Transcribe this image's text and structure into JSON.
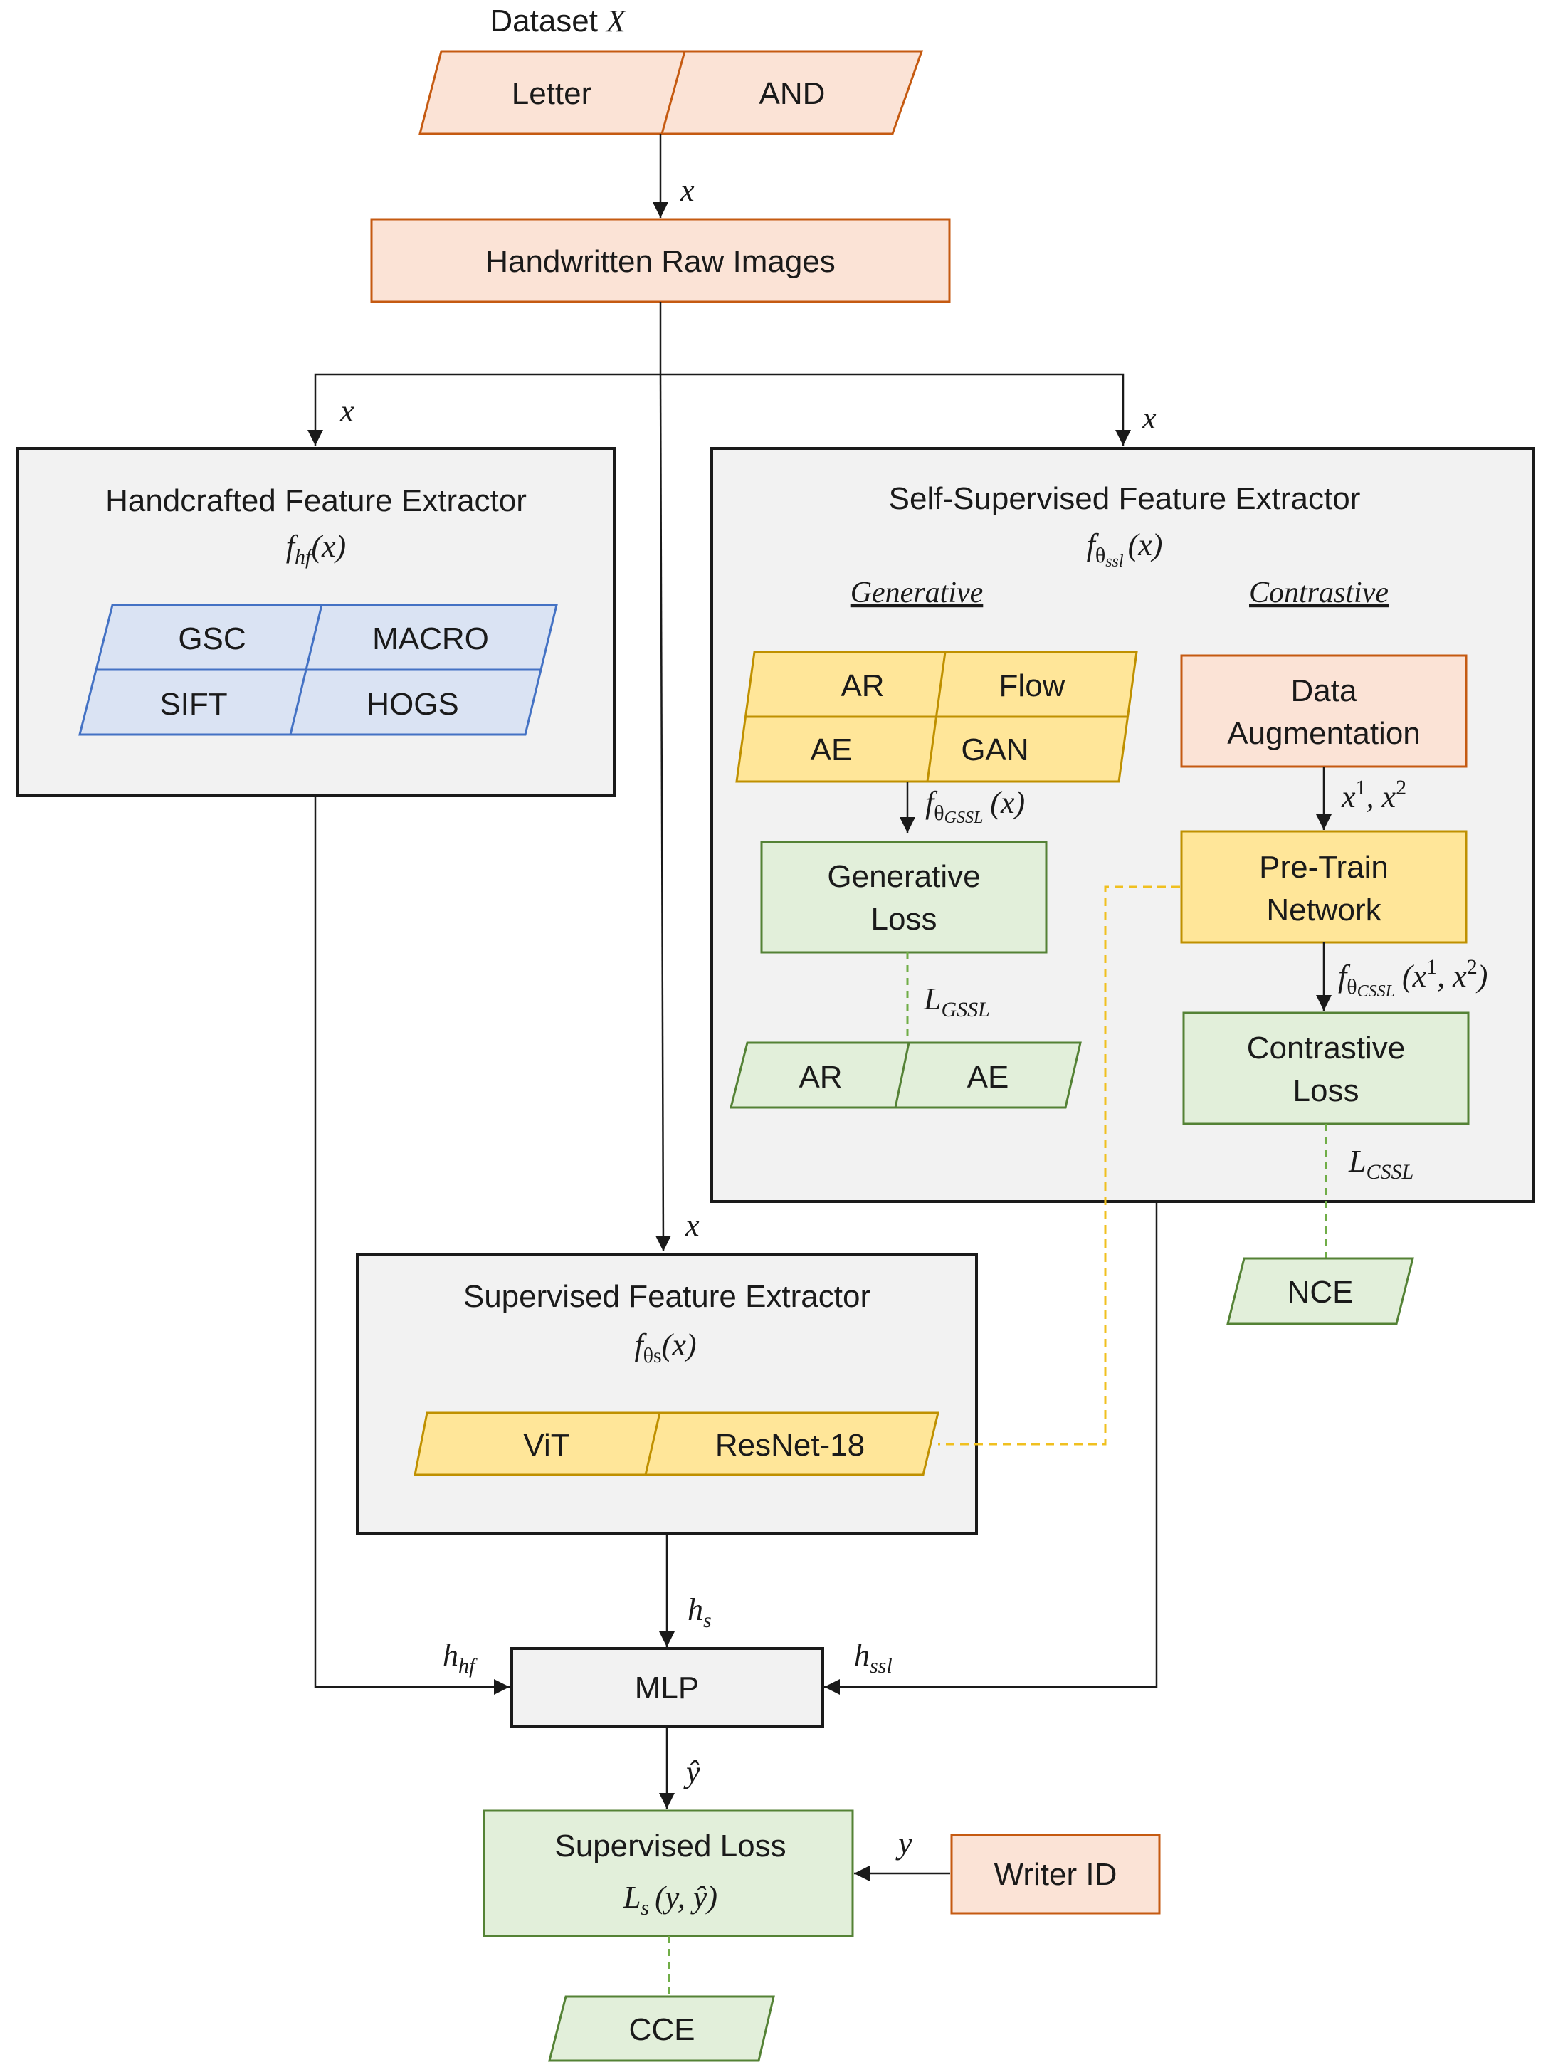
{
  "dataset": {
    "title": "Dataset",
    "var": "X",
    "items": [
      "Letter",
      "AND"
    ]
  },
  "raw_images": "Handwritten Raw Images",
  "edge_x": "x",
  "handcrafted": {
    "title": "Handcrafted Feature Extractor",
    "func": "f",
    "func_sub": "hf",
    "func_arg": "(x)",
    "items": [
      "GSC",
      "MACRO",
      "SIFT",
      "HOGS"
    ]
  },
  "ssl": {
    "title": "Self-Supervised Feature Extractor",
    "func": "f",
    "func_sub": "θ",
    "func_subsub": "ssl",
    "func_arg": "(x)",
    "generative_header": "Generative",
    "contrastive_header": "Contrastive",
    "gen_methods": [
      "AR",
      "Flow",
      "AE",
      "GAN"
    ],
    "gen_func": "f",
    "gen_func_sub": "θ",
    "gen_func_subsub": "GSSL",
    "gen_func_arg": "(x)",
    "gen_loss": [
      "Generative",
      "Loss"
    ],
    "gen_loss_var": "L",
    "gen_loss_sub": "GSSL",
    "gen_loss_items": [
      "AR",
      "AE"
    ],
    "augmentation": [
      "Data",
      "Augmentation"
    ],
    "aug_out": "x",
    "aug_out_sup1": "1",
    "aug_out_sep": ", x",
    "aug_out_sup2": "2",
    "pretrain": [
      "Pre-Train",
      "Network"
    ],
    "cssl_func": "f",
    "cssl_func_sub": "θ",
    "cssl_func_subsub": "CSSL",
    "cssl_func_arg_open": "(x",
    "cssl_func_sup1": "1",
    "cssl_func_arg_mid": ", x",
    "cssl_func_sup2": "2",
    "cssl_func_arg_close": ")",
    "contrastive_loss": [
      "Contrastive",
      "Loss"
    ],
    "cssl_loss_var": "L",
    "cssl_loss_sub": "CSSL",
    "nce": "NCE"
  },
  "supervised": {
    "title": "Supervised Feature Extractor",
    "func": "f",
    "func_sub": "θs",
    "func_arg": "(x)",
    "items": [
      "ViT",
      "ResNet-18"
    ]
  },
  "mlp": {
    "label": "MLP",
    "in_hf": "h",
    "in_hf_sub": "hf",
    "in_s": "h",
    "in_s_sub": "s",
    "in_ssl": "h",
    "in_ssl_sub": "ssl",
    "out": "ŷ"
  },
  "supervised_loss": {
    "title": "Supervised Loss",
    "formula_var": "L",
    "formula_sub": "s",
    "formula_args": "(y, ŷ)",
    "target": "y",
    "item": "CCE"
  },
  "writer_id": "Writer ID",
  "colors": {
    "orange_fill": "#fbe3d6",
    "orange_stroke": "#c55a11",
    "blue_fill": "#dae3f3",
    "blue_stroke": "#4472c4",
    "yellow_fill": "#ffe699",
    "yellow_stroke": "#bf9000",
    "green_fill": "#e2efda",
    "green_stroke": "#548235",
    "gray_fill": "#f2f2f2",
    "gray_stroke": "#1a1a1a",
    "dash_yellow": "#f0c020",
    "dash_green": "#70ad47"
  }
}
